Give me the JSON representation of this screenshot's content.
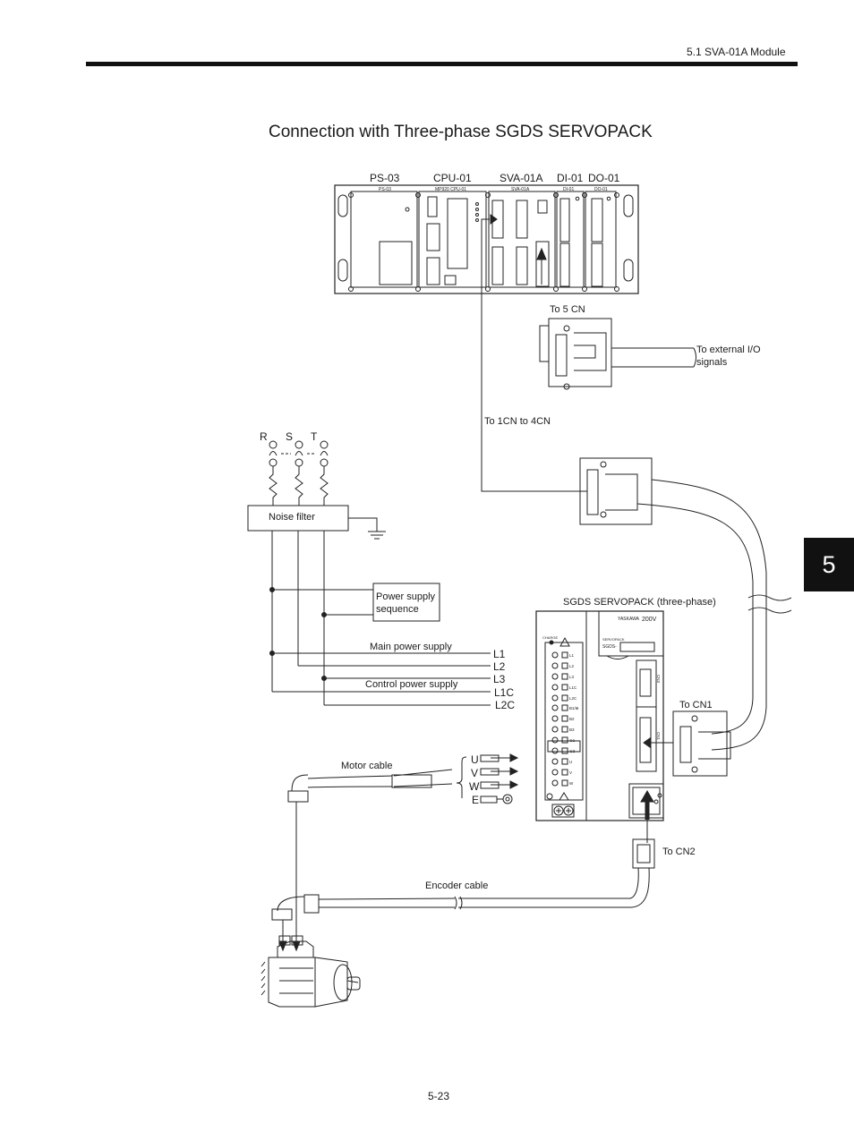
{
  "header": {
    "section": "5.1  SVA-01A Module"
  },
  "title": "Connection with Three-phase SGDS SERVOPACK",
  "chapter_tab": "5",
  "page_number": "5-23",
  "rack": {
    "module_labels": [
      "PS-03",
      "CPU-01",
      "SVA-01A",
      "DI-01",
      "DO-01"
    ],
    "panel_tags": [
      "PS-03",
      "MP920  CPU-01",
      "SVA-01A",
      "DI-01",
      "DO-01"
    ]
  },
  "labels": {
    "to_5cn": "To 5 CN",
    "to_external_io": [
      "To external I/O",
      "signals"
    ],
    "to_1cn_4cn": "To 1CN to 4CN",
    "phase_r": "R",
    "phase_s": "S",
    "phase_t": "T",
    "noise_filter": "Noise filter",
    "power_sequence": [
      "Power supply",
      "sequence"
    ],
    "main_power": "Main power supply",
    "control_power": "Control power supply",
    "terminals": [
      "L1",
      "L2",
      "L3",
      "L1C",
      "L2C"
    ],
    "servopack_label": "SGDS SERVOPACK (three-phase)",
    "motor_cable": "Motor cable",
    "motor_terminals": [
      "U",
      "V",
      "W",
      "E"
    ],
    "to_cn1": "To CN1",
    "to_cn2": "To CN2",
    "encoder_cable": "Encoder cable"
  },
  "servopack": {
    "brand": "YASKAWA",
    "voltage": "200V",
    "model_caption": "SERVOPACK",
    "model_prefix": "SGDS-",
    "charge": "CHARGE",
    "terminal_marks": [
      "L1",
      "L2",
      "L3",
      "L1C",
      "L2C",
      "B1/⊕",
      "B2",
      "B3",
      "⊖1",
      "⊖2",
      "U",
      "V",
      "W"
    ],
    "cn3": "CN3",
    "cn1": "CN1"
  }
}
